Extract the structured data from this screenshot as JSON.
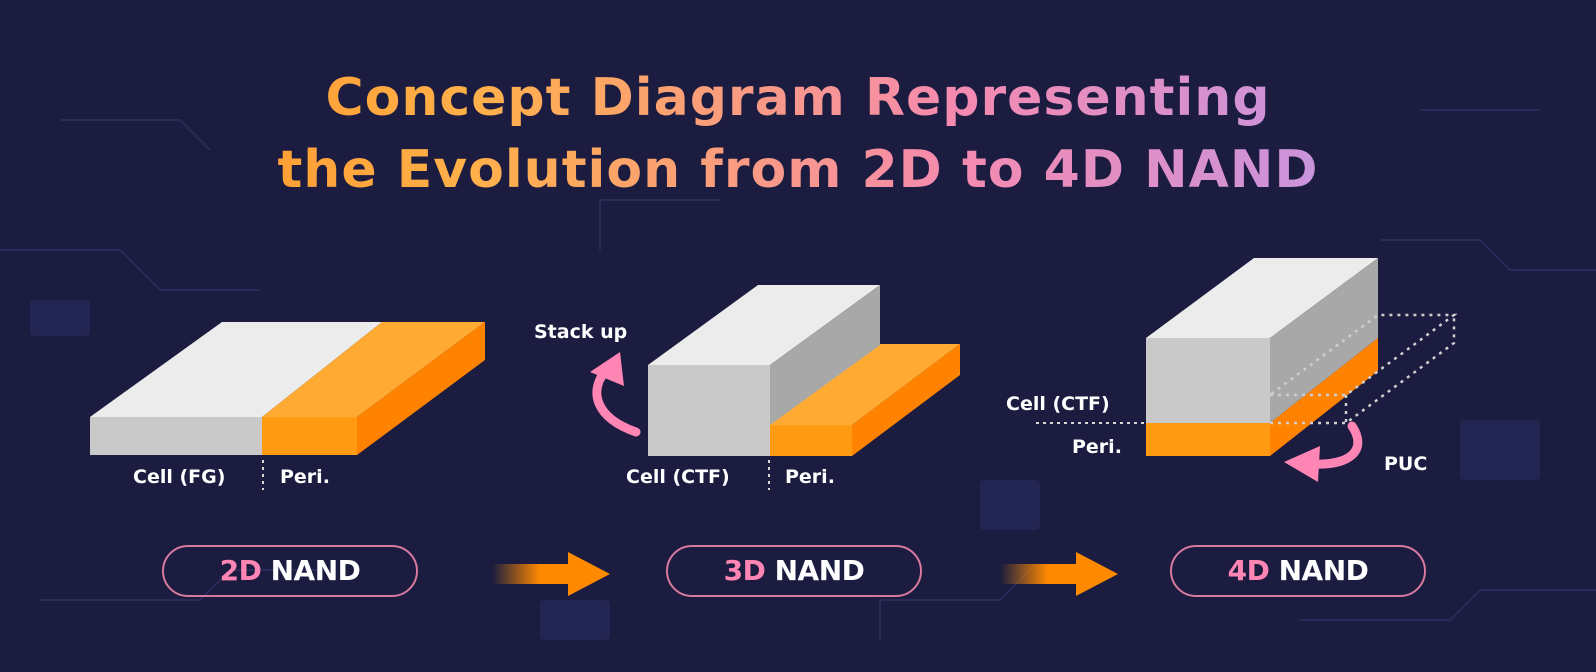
{
  "title": {
    "line1": "Concept Diagram Representing",
    "line2": "the Evolution from 2D to 4D NAND"
  },
  "stages": [
    {
      "prefix": "2D",
      "name": "NAND",
      "labels": {
        "cell": "Cell (FG)",
        "peri": "Peri."
      }
    },
    {
      "prefix": "3D",
      "name": "NAND",
      "labels": {
        "cell": "Cell (CTF)",
        "peri": "Peri.",
        "action": "Stack up"
      }
    },
    {
      "prefix": "4D",
      "name": "NAND",
      "labels": {
        "cell": "Cell (CTF)",
        "peri": "Peri.",
        "action": "PUC"
      }
    }
  ],
  "colors": {
    "background": "#1b1c3f",
    "cell_top": "#ececec",
    "cell_front": "#c9c9c9",
    "cell_side": "#a8a8a8",
    "peri_top": "#ffab33",
    "peri_front": "#ff9a12",
    "peri_side": "#ff8200",
    "accent_pink": "#ff85b5",
    "arrow_orange": "#ff8a00"
  }
}
